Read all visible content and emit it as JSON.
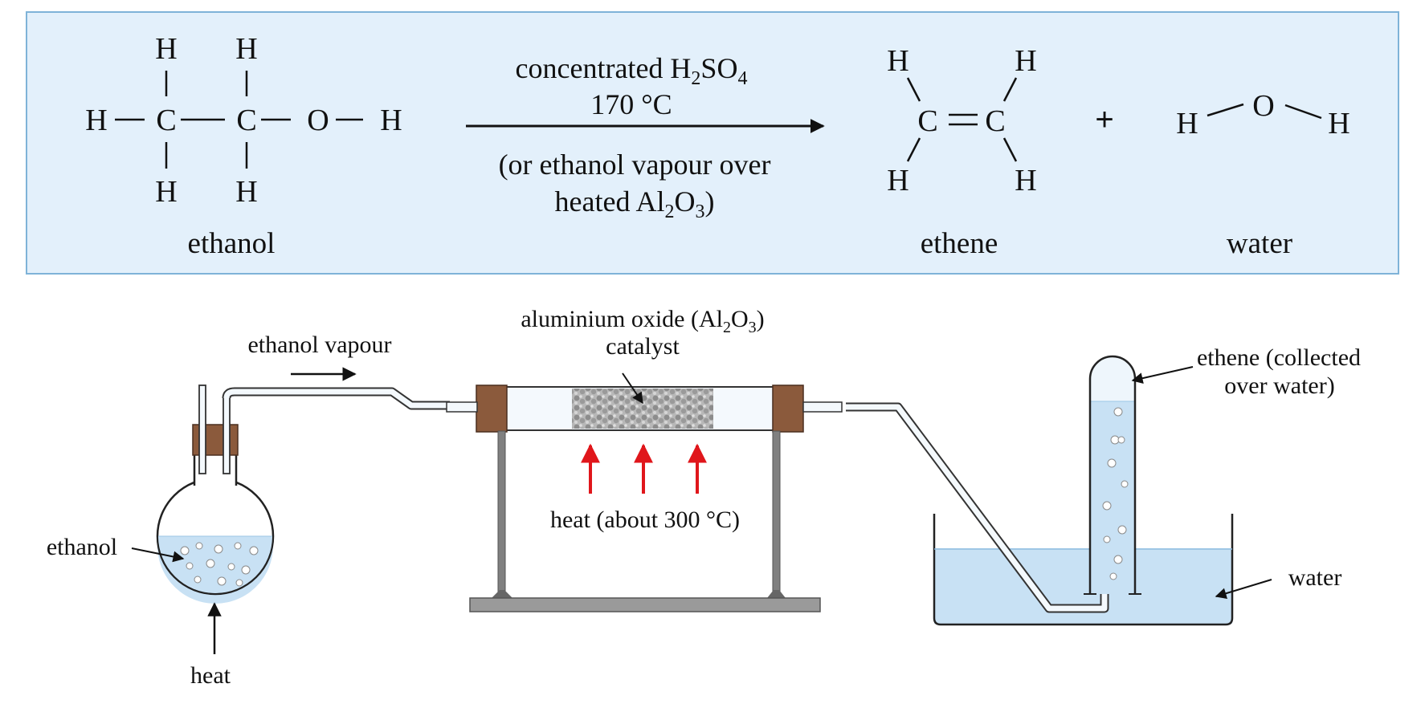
{
  "equation": {
    "atoms": {
      "H": "H",
      "C": "C",
      "O": "O"
    },
    "reactant_name": "ethanol",
    "conditions": {
      "line1_prefix": "concentrated H",
      "line1_sub1": "2",
      "line1_mid": "SO",
      "line1_sub2": "4",
      "line2": "170 °C",
      "line3": "(or ethanol vapour over",
      "line4_prefix": "heated Al",
      "line4_sub1": "2",
      "line4_mid": "O",
      "line4_sub2": "3",
      "line4_suffix": ")"
    },
    "product1_name": "ethene",
    "plus": "+",
    "product2_name": "water"
  },
  "apparatus": {
    "ethanol_vapour": "ethanol vapour",
    "catalyst_line1_prefix": "aluminium oxide (Al",
    "catalyst_sub1": "2",
    "catalyst_mid": "O",
    "catalyst_sub2": "3",
    "catalyst_suffix": ")",
    "catalyst_line2": "catalyst",
    "heat_tube": "heat (about 300 °C)",
    "ethanol": "ethanol",
    "heat_flask": "heat",
    "ethene_collected_line1": "ethene (collected",
    "ethene_collected_line2": "over water)",
    "water": "water"
  },
  "colors": {
    "panel_fill": "#e3f0fb",
    "panel_border": "#7fb3d8",
    "water": "#c8e1f4",
    "stopper": "#8b5a3c",
    "heat_arrow": "#e0161b",
    "stand": "#808080"
  }
}
